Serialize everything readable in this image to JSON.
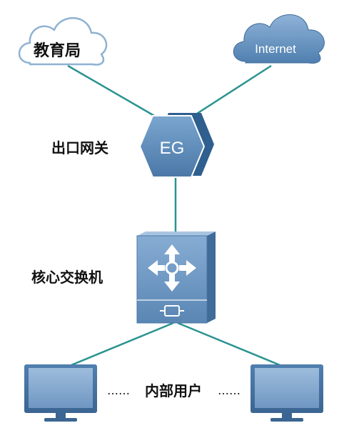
{
  "nodes": {
    "edu_bureau": {
      "label": "教育局"
    },
    "internet": {
      "label": "Internet"
    },
    "gateway": {
      "label": "出口网关",
      "icon_text": "EG"
    },
    "core_switch": {
      "label": "核心交换机"
    },
    "internal_users": {
      "label": "内部用户",
      "left_dots": "……",
      "right_dots": "……"
    }
  },
  "colors": {
    "link": "#2a9390",
    "device_blue": "#5e8fbf",
    "device_blue_dark": "#3f6c98",
    "cloud_outline": "#8fb2d2",
    "screen": "#7ea3c9"
  }
}
